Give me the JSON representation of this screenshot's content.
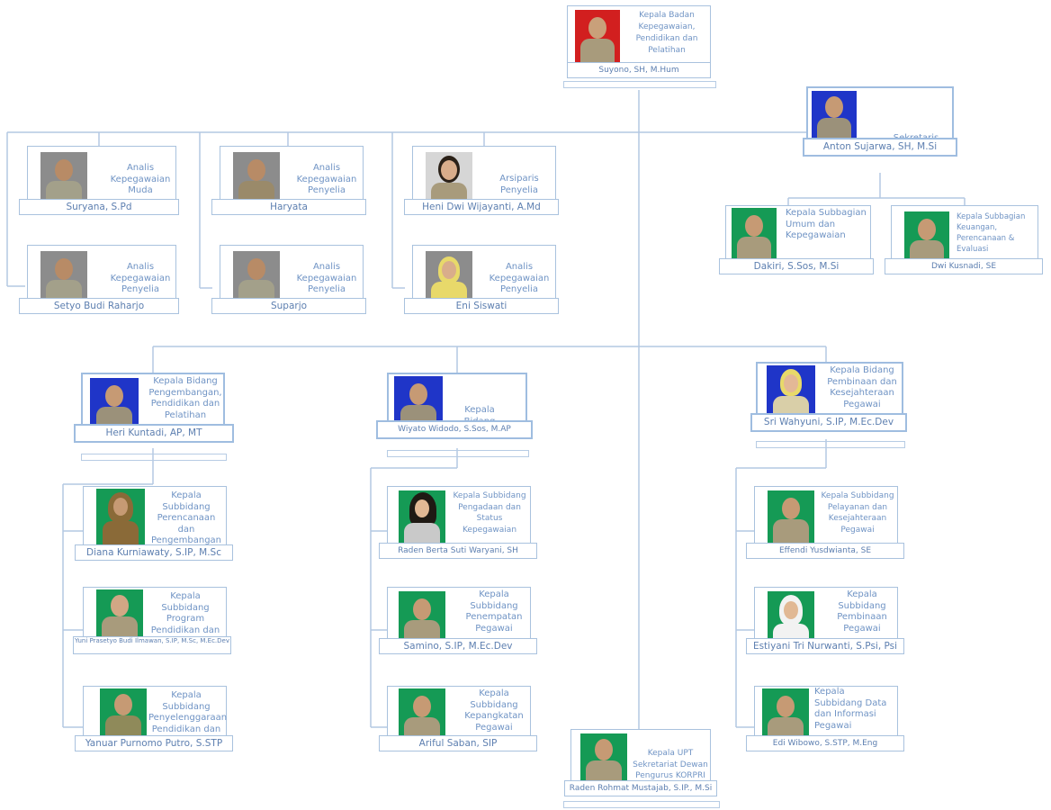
{
  "colors": {
    "line": "#b4c8e2",
    "text": "#6f93c4",
    "photo_red": "#d21f1f",
    "photo_blue": "#1f35c8",
    "photo_green": "#159a55",
    "photo_gray": "#8c8c8c"
  },
  "head": {
    "title": "Kepala Badan Kepegawaian, Pendidikan dan Pelatihan",
    "name": "Suyono, SH, M.Hum"
  },
  "secretary": {
    "title": "Sekretaris",
    "name": "Anton Sujarwa, SH, M.Si"
  },
  "secretary_subs": [
    {
      "title": "Kepala Subbagian Umum dan Kepegawaian",
      "name": "Dakiri, S.Sos, M.Si"
    },
    {
      "title": "Kepala Subbagian Keuangan, Perencanaan & Evaluasi",
      "name": "Dwi Kusnadi, SE"
    }
  ],
  "analysts": [
    {
      "title": "Analis Kepegawaian Muda",
      "name": "Suryana, S.Pd"
    },
    {
      "title": "Analis Kepegawaian Penyelia",
      "name": "Haryata"
    },
    {
      "title": "Arsiparis Penyelia",
      "name": "Heni Dwi Wijayanti, A.Md"
    },
    {
      "title": "Analis Kepegawaian Penyelia",
      "name": "Setyo Budi Raharjo"
    },
    {
      "title": "Analis Kepegawaian Penyelia",
      "name": "Suparjo"
    },
    {
      "title": "Analis Kepegawaian Penyelia",
      "name": "Eni Siswati"
    }
  ],
  "bidang": [
    {
      "title": "Kepala Bidang Pengembangan, Pendidikan dan Pelatihan",
      "name": "Heri Kuntadi, AP, MT"
    },
    {
      "title": "Kepala Bidang Mutasi",
      "name": "Wiyato Widodo, S.Sos, M.AP"
    },
    {
      "title": "Kepala Bidang Pembinaan dan Kesejahteraan Pegawai",
      "name": "Sri Wahyuni, S.IP, M.Ec.Dev"
    }
  ],
  "subbidang_left": [
    {
      "title": "Kepala Subbidang Perencanaan dan Pengembangan",
      "name": "Diana Kurniawaty, S.IP, M.Sc"
    },
    {
      "title": "Kepala Subbidang Program Pendidikan dan Pelatihan",
      "name": "Yuni Prasetyo Budi Ilmawan, S.IP, M.Sc, M.Ec.Dev"
    },
    {
      "title": "Kepala Subbidang Penyelenggaraan Pendidikan dan Pelatihan",
      "name": "Yanuar Purnomo Putro, S.STP"
    }
  ],
  "subbidang_mid": [
    {
      "title": "Kepala Subbidang Pengadaan dan Status Kepegawaian",
      "name": "Raden Berta Suti Waryani, SH"
    },
    {
      "title": "Kepala Subbidang Penempatan Pegawai",
      "name": "Samino, S.IP, M.Ec.Dev"
    },
    {
      "title": "Kepala Subbidang Kepangkatan Pegawai",
      "name": "Ariful Saban, SIP"
    }
  ],
  "subbidang_right": [
    {
      "title": "Kepala Subbidang Pelayanan dan Kesejahteraan Pegawai",
      "name": "Effendi Yusdwianta, SE"
    },
    {
      "title": "Kepala Subbidang Pembinaan Pegawai",
      "name": "Estiyani Tri Nurwanti, S.Psi, Psi"
    },
    {
      "title": "Kepala Subbidang Data dan Informasi Pegawai",
      "name": "Edi Wibowo, S.STP, M.Eng"
    }
  ],
  "upt": {
    "title": "Kepala UPT Sekretariat Dewan Pengurus KORPRI",
    "name": "Raden Rohmat Mustajab, S.IP., M.Si"
  }
}
